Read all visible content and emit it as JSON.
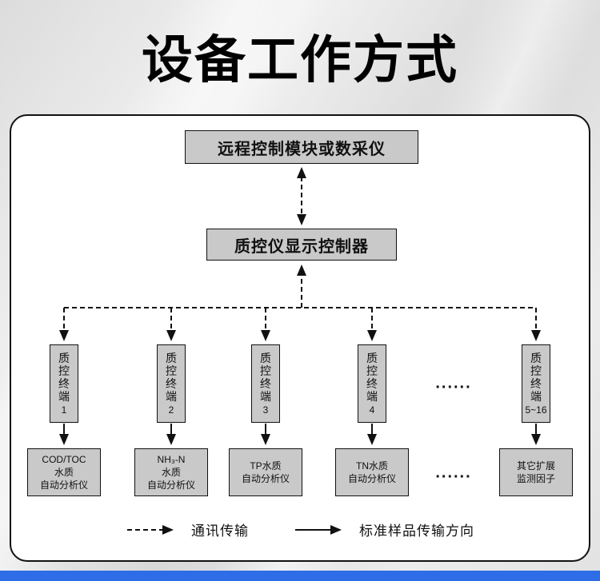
{
  "title": "设备工作方式",
  "diagram": {
    "top_box": "远程控制模块或数采仪",
    "controller_box": "质控仪显示控制器",
    "terminals": [
      {
        "label": "质控终端",
        "num": "1"
      },
      {
        "label": "质控终端",
        "num": "2"
      },
      {
        "label": "质控终端",
        "num": "3"
      },
      {
        "label": "质控终端",
        "num": "4"
      },
      {
        "label": "质控终端",
        "num": "5~16"
      }
    ],
    "analyzers": [
      [
        "COD/TOC",
        "水质",
        "自动分析仪"
      ],
      [
        "NH₃-N",
        "水质",
        "自动分析仪"
      ],
      [
        "TP水质",
        "自动分析仪"
      ],
      [
        "TN水质",
        "自动分析仪"
      ],
      [
        "其它扩展",
        "监测因子"
      ]
    ],
    "ellipsis": "......",
    "legend": {
      "dashed_label": "通讯传输",
      "solid_label": "标准样品传输方向"
    }
  },
  "colors": {
    "box_fill": "#c9c9c9",
    "accent_bar": "#2e6de5"
  }
}
